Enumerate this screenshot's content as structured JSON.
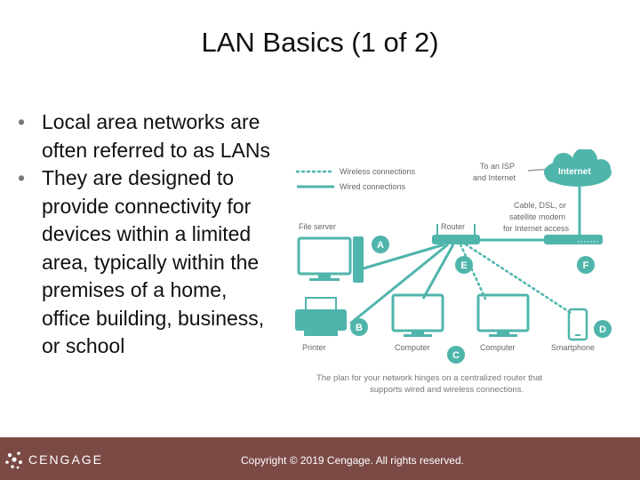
{
  "slide": {
    "title": "LAN Basics (1 of 2)",
    "bullets": [
      "Local area networks are often referred to as LANs",
      "They are designed to provide connectivity for devices within a limited area, typically within the premises of a home, office building, business, or school"
    ]
  },
  "diagram": {
    "legend": {
      "wireless": "Wireless connections",
      "wired": "Wired connections"
    },
    "to_isp": [
      "To an ISP",
      "and Internet"
    ],
    "internet": "Internet",
    "modem": [
      "Cable, DSL, or",
      "satellite modem",
      "for Internet access"
    ],
    "router": "Router",
    "file_server": "File server",
    "printer": "Printer",
    "computer_c": "Computer",
    "computer_e": "Computer",
    "smartphone": "Smartphone",
    "markers": {
      "a": "A",
      "b": "B",
      "c": "C",
      "d": "D",
      "e": "E",
      "f": "F"
    },
    "caption": [
      "The plan for your network hinges on a centralized router that",
      "supports wired and wireless connections."
    ],
    "colors": {
      "teal": "#4fb5ab",
      "gray": "#9a9a9a"
    }
  },
  "footer": {
    "brand": "CENGAGE",
    "copyright": "Copyright © 2019 Cengage. All rights reserved."
  }
}
